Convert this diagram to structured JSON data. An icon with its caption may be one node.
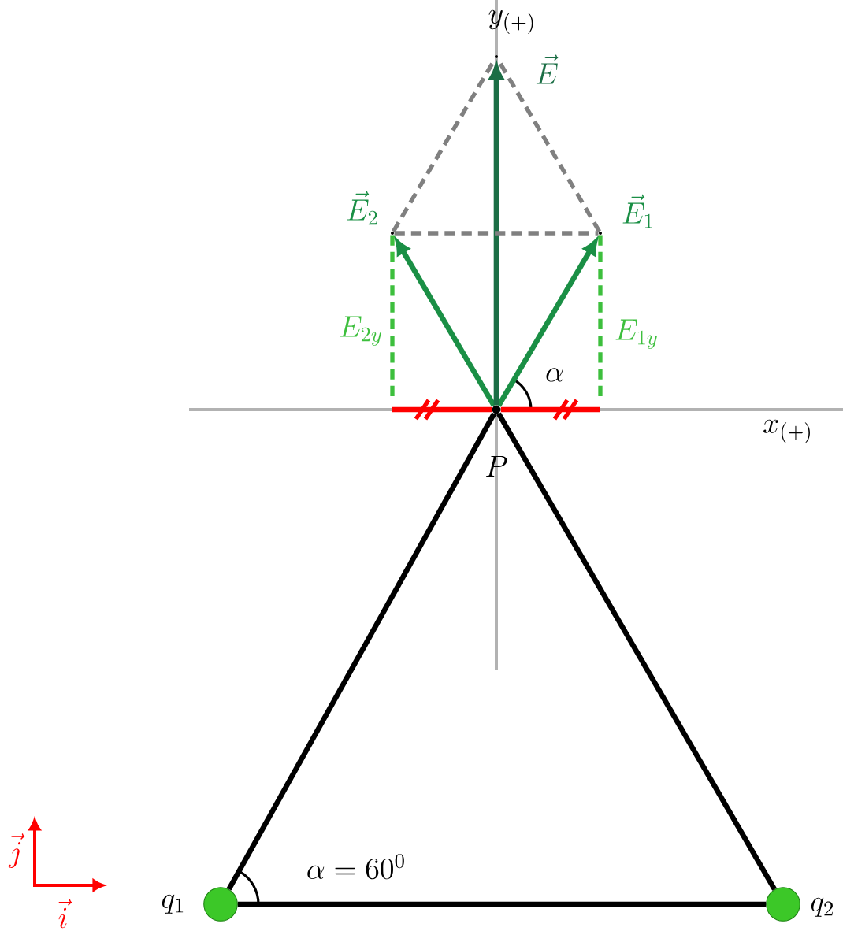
{
  "diagram": {
    "nodes": [
      {
        "text": [],
        "shape": "point",
        "beside": [
          "\\vec{E}"
        ]
      },
      {
        "text": [],
        "shape": "point",
        "beside": [
          "\\vec{E}_{2}"
        ]
      },
      {
        "text": [],
        "shape": "point",
        "beside": [
          "\\vec{E}_{1}"
        ]
      },
      {
        "text": [],
        "shape": "point",
        "beside": [
          "P",
          "\\alpha"
        ]
      },
      {
        "text": [],
        "shape": "circle",
        "beside": [
          "q_{1}",
          "\\alpha=60^{0}"
        ]
      },
      {
        "text": [],
        "shape": "circle",
        "beside": [
          "q_{2}"
        ]
      }
    ],
    "edges": [
      {
        "from": 4,
        "to": 5,
        "arrow": "none"
      },
      {
        "from": 4,
        "to": 3,
        "arrow": "none"
      },
      {
        "from": 5,
        "to": 3,
        "arrow": "none"
      },
      {
        "from": 3,
        "to": 2,
        "arrow": "to",
        "color": "#1a8f45"
      },
      {
        "from": 3,
        "to": 1,
        "arrow": "to",
        "color": "#1a8f45"
      },
      {
        "from": 3,
        "to": 0,
        "arrow": "to",
        "color": "#1b6e45"
      },
      {
        "from": 1,
        "to": 2,
        "arrow": "none",
        "style": "dashed",
        "color": "#808080"
      },
      {
        "from": 1,
        "to": 0,
        "arrow": "none",
        "style": "dashed",
        "color": "#808080"
      },
      {
        "from": 2,
        "to": 0,
        "arrow": "none",
        "style": "dashed",
        "color": "#808080"
      },
      {
        "from": 2,
        "to": null,
        "arrow": "none",
        "style": "dashed",
        "color": "#3dbf3d",
        "label": "E_{1y}"
      },
      {
        "from": 1,
        "to": null,
        "arrow": "none",
        "style": "dashed",
        "color": "#3dbf3d",
        "label": "E_{2y}"
      },
      {
        "from": 3,
        "to": null,
        "arrow": "none",
        "color": "#ff0000"
      },
      {
        "from": 3,
        "to": null,
        "arrow": "none",
        "color": "#ff0000"
      }
    ],
    "labels": [
      "y_{(+)}",
      "x_{(+)}",
      "\\vec{j}",
      "\\vec{i}"
    ]
  }
}
